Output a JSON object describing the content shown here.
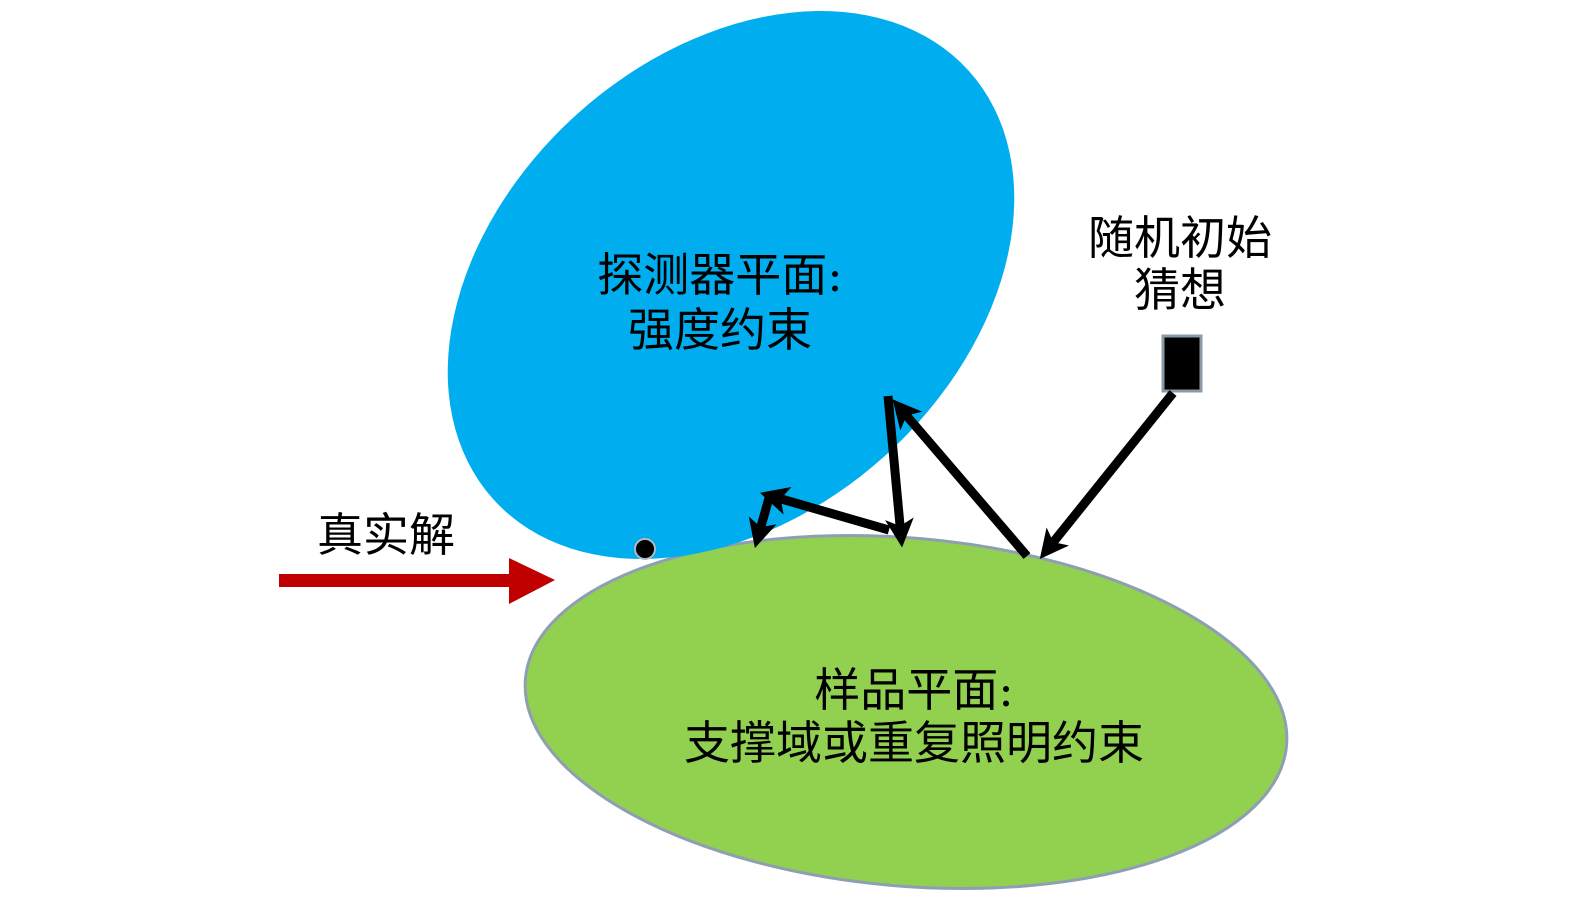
{
  "detector_plane": {
    "title": "探测器平面:",
    "subtitle": "强度约束",
    "fill_color": "#00aeef"
  },
  "sample_plane": {
    "title": "样品平面:",
    "subtitle": "支撑域或重复照明约束",
    "fill_color": "#92d050",
    "border_color": "#8f9fb3"
  },
  "random_initial_guess": {
    "line1": "随机初始",
    "line2": "猜想"
  },
  "true_solution": {
    "label": "真实解",
    "arrow_color": "#c00000"
  },
  "iteration_arrow_color": "#000000"
}
